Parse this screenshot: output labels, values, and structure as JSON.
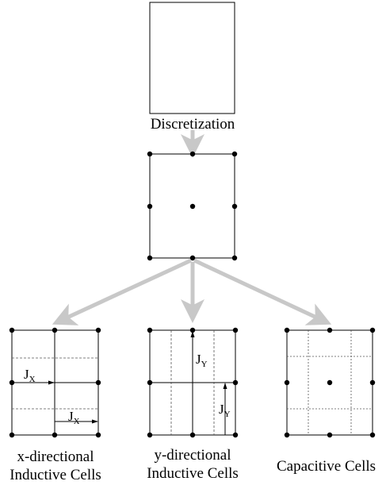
{
  "labels": {
    "discretization": "Discretization",
    "x_cells_line1": "x-directional",
    "x_cells_line2": "Inductive Cells",
    "y_cells_line1": "y-directional",
    "y_cells_line2": "Inductive Cells",
    "capacitive_cells": "Capacitive Cells"
  },
  "symbols": {
    "current_main": "J",
    "x_subscript": "X",
    "y_subscript": "Y"
  },
  "colors": {
    "arrow": "#c8c8c8",
    "line": "#000000",
    "dashed": "#555555"
  }
}
